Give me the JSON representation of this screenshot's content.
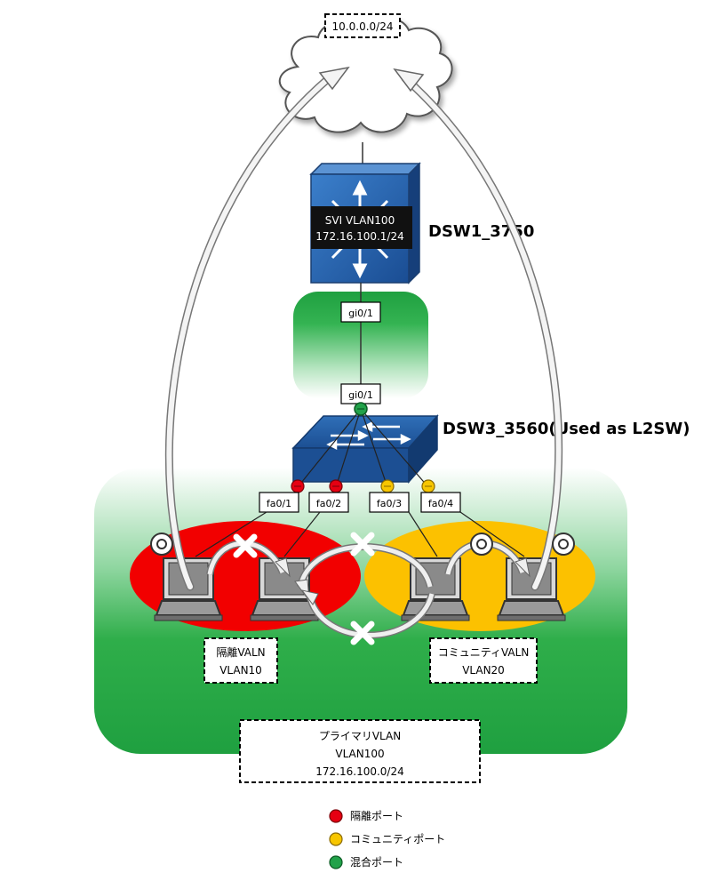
{
  "network": {
    "label": "10.0.0.0/24"
  },
  "dsw1": {
    "name": "DSW1_3750",
    "svi_line1": "SVI VLAN100",
    "svi_line2": "172.16.100.1/24"
  },
  "dsw3": {
    "name": "DSW3_3560(Used as L2SW)"
  },
  "ports": {
    "dsw1_uplink": "gi0/1",
    "dsw3_uplink": "gi0/1",
    "fa1": "fa0/1",
    "fa2": "fa0/2",
    "fa3": "fa0/3",
    "fa4": "fa0/4"
  },
  "isolated_vlan": {
    "line1": "隔離VALN",
    "line2": "VLAN10"
  },
  "community_vlan": {
    "line1": "コミュニティVALN",
    "line2": "VLAN20"
  },
  "primary_vlan": {
    "line1": "プライマリVLAN",
    "line2": "VLAN100",
    "line3": "172.16.100.0/24"
  },
  "legend": [
    {
      "color": "#e60012",
      "label": "隔離ポート"
    },
    {
      "color": "#f7c600",
      "label": "コミュニティポート"
    },
    {
      "color": "#22a24a",
      "label": "混合ポート"
    }
  ],
  "colors": {
    "isolated": "#f20000",
    "community": "#fcc100",
    "promiscuous": "#22a24a",
    "switch_blue": "#1b5da8"
  }
}
